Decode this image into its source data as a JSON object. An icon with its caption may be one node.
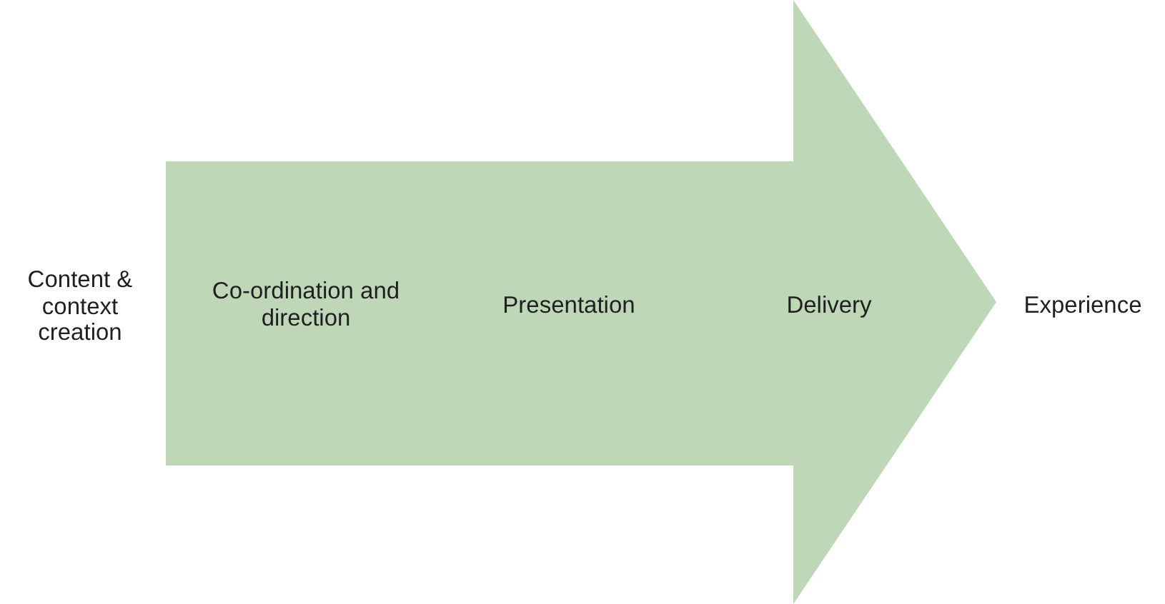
{
  "diagram": {
    "nodes": [
      {
        "text": [
          "Content & context creation"
        ]
      },
      {
        "text": [],
        "shape": "arrow"
      },
      {
        "text": [
          "Co-ordination and direction"
        ],
        "in": 1
      },
      {
        "text": [
          "Presentation"
        ],
        "in": 1
      },
      {
        "text": [
          "Delivery"
        ],
        "in": 1
      },
      {
        "text": [
          "Experience"
        ]
      }
    ]
  }
}
